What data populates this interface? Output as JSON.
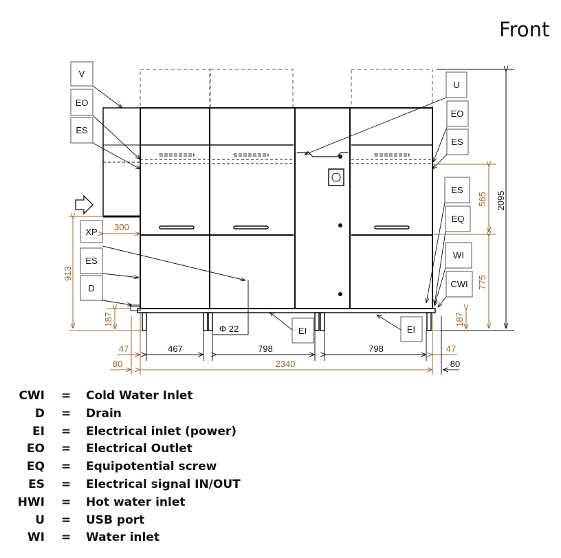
{
  "title": "Front",
  "callouts": {
    "left": [
      "V",
      "EO",
      "ES",
      "XP",
      "ES",
      "D"
    ],
    "right": [
      "U",
      "EO",
      "ES",
      "ES",
      "EQ",
      "WI",
      "CWI"
    ],
    "bottom": [
      "EI",
      "EI"
    ]
  },
  "dimensions": {
    "inlet_offset": "300",
    "left_height": "913",
    "leg_height_left": "187",
    "leg_height_right": "187",
    "left_47": "47",
    "left_80": "80",
    "span_1": "467",
    "span_2": "798",
    "span_3": "798",
    "right_47": "47",
    "right_80": "80",
    "total_width": "2340",
    "pipe_diameter": "Φ 22",
    "upper_height": "565",
    "lower_height": "775",
    "total_height": "2095"
  },
  "colors": {
    "dimension_brown": "#a0652e",
    "line": "#111111"
  },
  "legend": [
    {
      "abbr": "CWI",
      "desc": "Cold Water Inlet"
    },
    {
      "abbr": "D",
      "desc": "Drain"
    },
    {
      "abbr": "EI",
      "desc": "Electrical inlet (power)"
    },
    {
      "abbr": "EO",
      "desc": "Electrical Outlet"
    },
    {
      "abbr": "EQ",
      "desc": "Equipotential screw"
    },
    {
      "abbr": "ES",
      "desc": "Electrical signal IN/OUT"
    },
    {
      "abbr": "HWI",
      "desc": "Hot water inlet"
    },
    {
      "abbr": "U",
      "desc": "USB port"
    },
    {
      "abbr": "WI",
      "desc": "Water inlet"
    }
  ],
  "legend_separator": "="
}
